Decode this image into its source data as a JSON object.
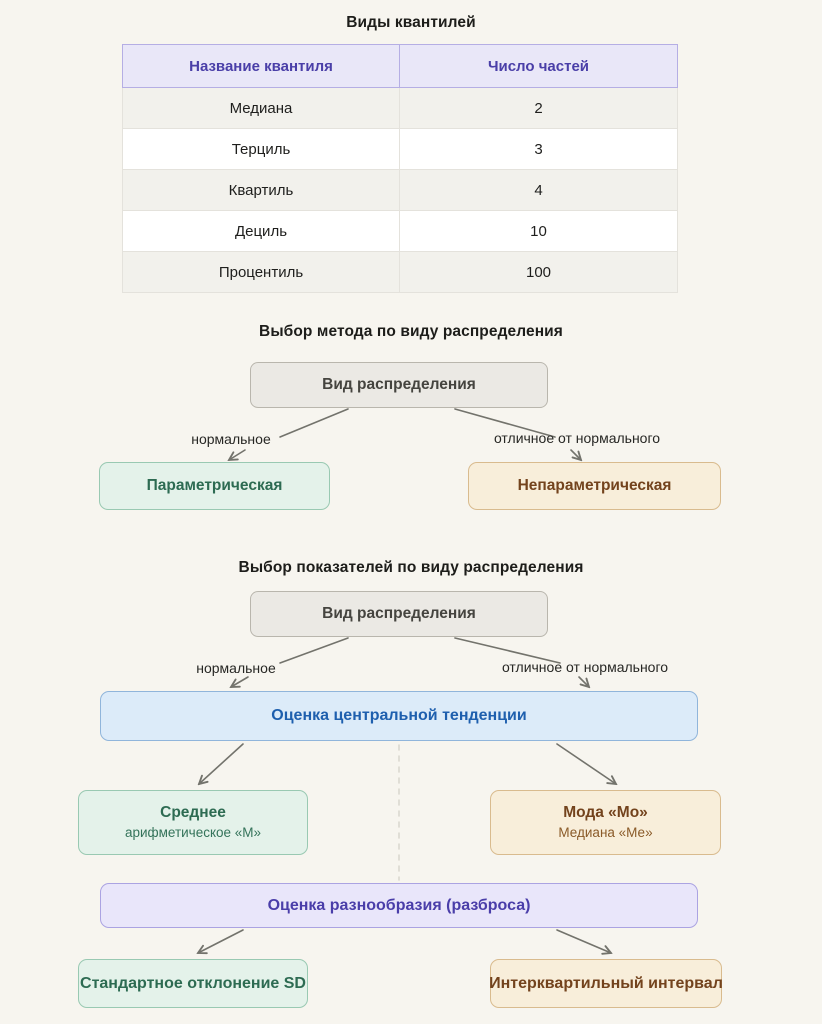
{
  "quantiles_table": {
    "title": "Виды квантилей",
    "columns": [
      "Название квантиля",
      "Число частей"
    ],
    "rows": [
      {
        "name": "Медиана",
        "parts": "2"
      },
      {
        "name": "Терциль",
        "parts": "3"
      },
      {
        "name": "Квартиль",
        "parts": "4"
      },
      {
        "name": "Дециль",
        "parts": "10"
      },
      {
        "name": "Процентиль",
        "parts": "100"
      }
    ]
  },
  "method_chart": {
    "title": "Выбор метода по виду распределения",
    "root_label": "Вид распределения",
    "edge_labels": {
      "left": "нормальное",
      "right": "отличное от нормального"
    },
    "parametric_label": "Параметрическая",
    "nonparametric_label": "Непараметрическая"
  },
  "indicators_chart": {
    "title": "Выбор показателей по виду распределения",
    "root_label": "Вид распределения",
    "edge_labels": {
      "left": "нормальное",
      "right": "отличное от нормального"
    },
    "central_tendency_label": "Оценка центральной тенденции",
    "mean_node": {
      "title": "Среднее",
      "subtitle": "арифметическое «М»"
    },
    "mode_node": {
      "title": "Мода «Мо»",
      "subtitle": "Медиана «Ме»"
    },
    "spread_label": "Оценка разнообразия (разброса)",
    "sd_label": "Стандартное отклонение SD",
    "iqr_label": "Интерквартильный интервал"
  },
  "colors": {
    "page_bg": "#f7f5ef",
    "table_header_bg": "#e9e7f8",
    "table_header_text": "#4a3fa8",
    "table_stripe": "#f2f1ec",
    "gray_node_bg": "#ebe9e4",
    "mint_node_bg": "#e4f2ea",
    "mint_text": "#2d6b52",
    "tan_node_bg": "#f8eeda",
    "tan_text": "#73431d",
    "blue_node_bg": "#dcebf9",
    "blue_text": "#1e5fae",
    "purple_node_bg": "#e9e6fa",
    "purple_text": "#4a3ea9",
    "edge_color": "#73736c"
  }
}
